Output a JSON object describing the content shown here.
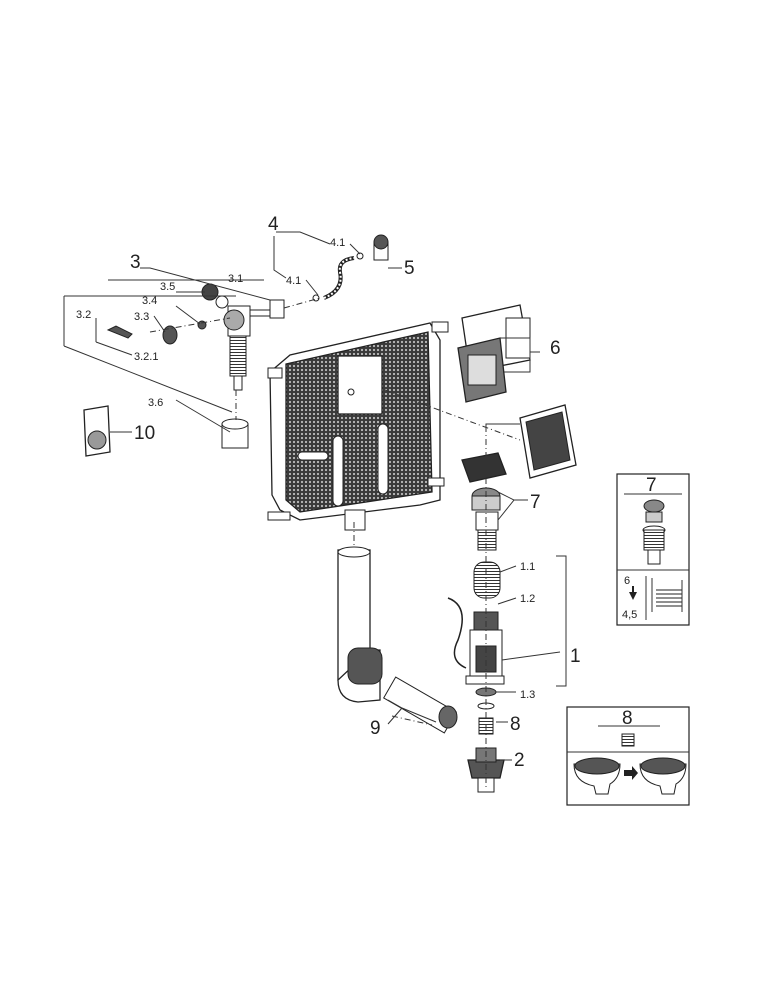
{
  "callouts": {
    "c1": "1",
    "c1_1": "1.1",
    "c1_2": "1.2",
    "c1_3": "1.3",
    "c2": "2",
    "c3": "3",
    "c3_1": "3.1",
    "c3_2": "3.2",
    "c3_2_1": "3.2.1",
    "c3_3": "3.3",
    "c3_4": "3.4",
    "c3_5": "3.5",
    "c3_6": "3.6",
    "c4": "4",
    "c4_1a": "4.1",
    "c4_1b": "4.1",
    "c5": "5",
    "c6": "6",
    "c7": "7",
    "c8": "8",
    "c9": "9",
    "c10": "10"
  },
  "inset7": {
    "title": "7",
    "level_high": "6",
    "level_low": "4,5"
  },
  "inset8": {
    "title": "8"
  }
}
